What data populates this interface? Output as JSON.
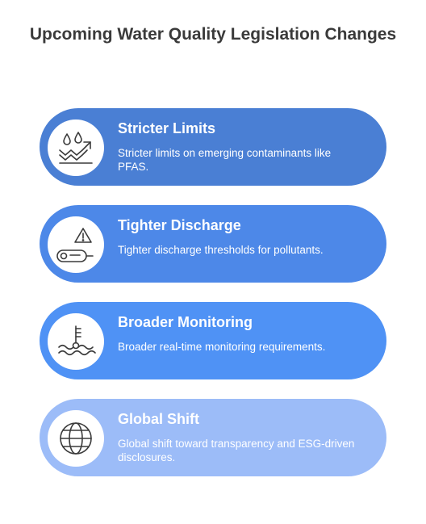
{
  "title": "Upcoming Water Quality Legislation Changes",
  "colors": {
    "card1": "#4a7fd4",
    "card2": "#4d88e8",
    "card3": "#4f92f5",
    "card4": "#9cbcf8",
    "icon_stroke": "#3a3a3a"
  },
  "items": [
    {
      "title": "Stricter Limits",
      "description": "Stricter limits on emerging contaminants like PFAS.",
      "icon": "water-drops-trend-icon"
    },
    {
      "title": "Tighter Discharge",
      "description": "Tighter discharge thresholds for pollutants.",
      "icon": "warning-pipe-icon"
    },
    {
      "title": "Broader Monitoring",
      "description": "Broader real-time monitoring requirements.",
      "icon": "thermometer-water-icon"
    },
    {
      "title": "Global Shift",
      "description": "Global shift toward transparency and ESG-driven disclosures.",
      "icon": "globe-icon"
    }
  ]
}
